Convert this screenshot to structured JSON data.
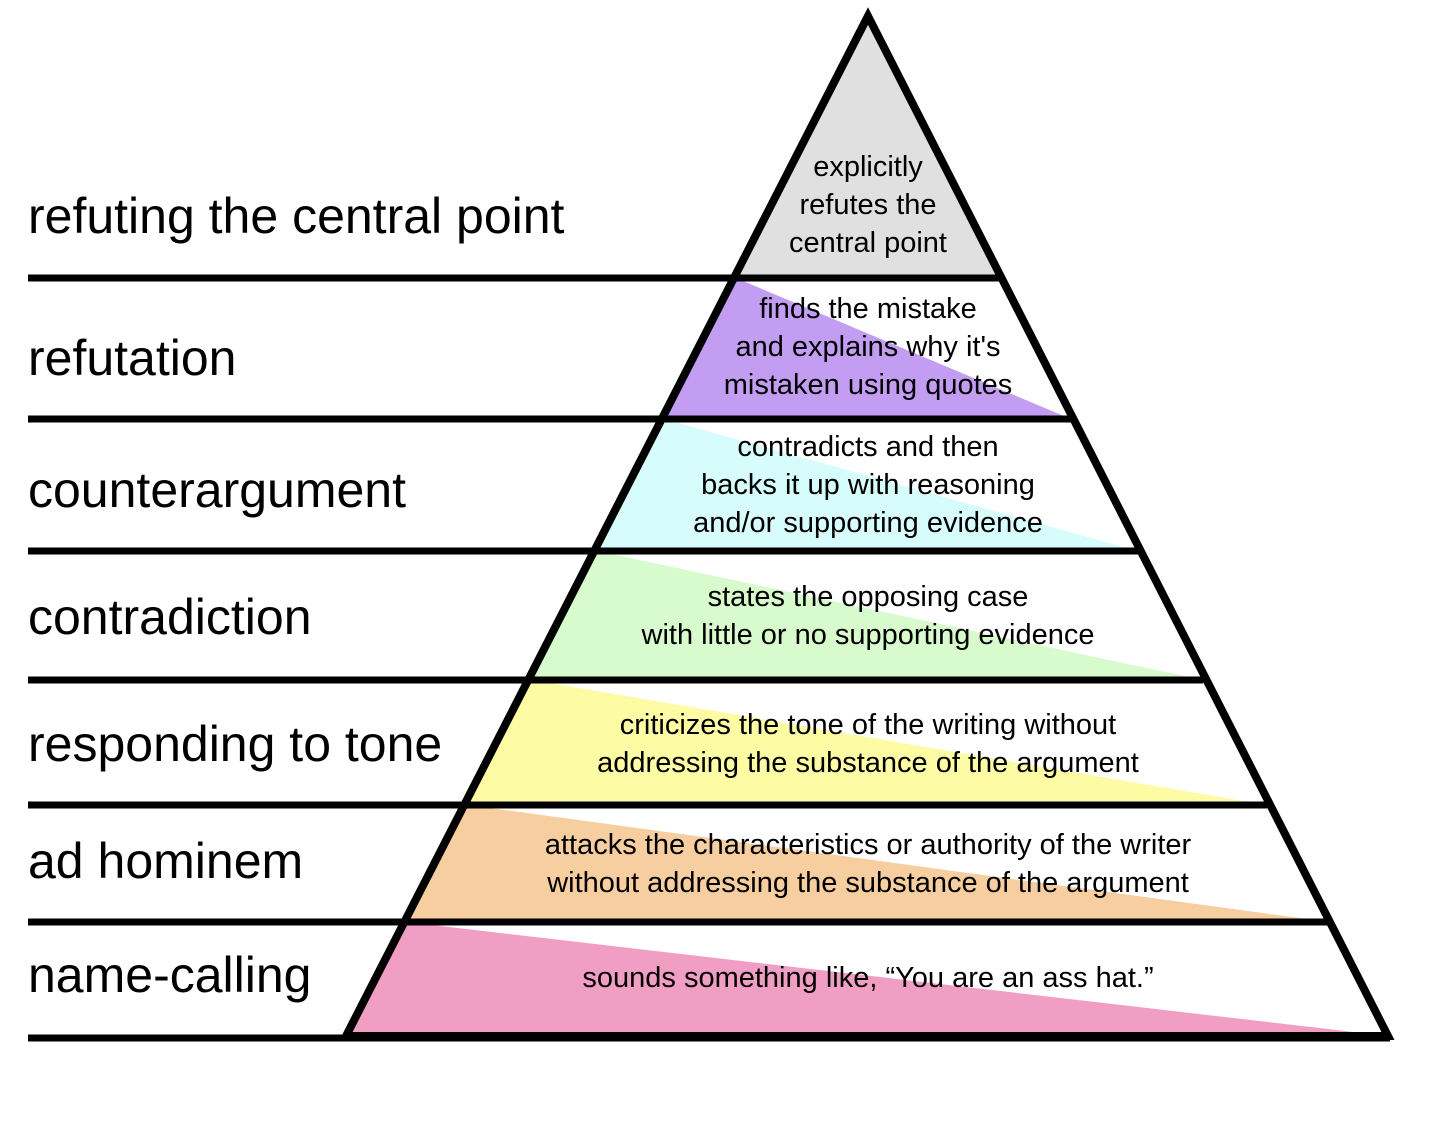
{
  "levels": [
    {
      "name": "refuting the central point",
      "description": [
        "explicitly",
        "refutes the",
        "central point"
      ],
      "color": "#e0e0e0"
    },
    {
      "name": "refutation",
      "description": [
        "finds the mistake",
        "and explains why it's",
        "mistaken using quotes"
      ],
      "color": "#c39df2"
    },
    {
      "name": "counterargument",
      "description": [
        "contradicts and then",
        "backs it up with reasoning",
        "and/or supporting evidence"
      ],
      "color": "#d7fcfc"
    },
    {
      "name": "contradiction",
      "description": [
        "states the opposing case",
        "with little or no supporting evidence"
      ],
      "color": "#d7fbcc"
    },
    {
      "name": "responding to tone",
      "description": [
        "criticizes the tone of the writing without",
        "addressing the substance of the argument"
      ],
      "color": "#fdfba3"
    },
    {
      "name": "ad hominem",
      "description": [
        "attacks the characteristics or authority of the writer",
        "without addressing the substance of the argument"
      ],
      "color": "#f6cea0"
    },
    {
      "name": "name-calling",
      "description": [
        "sounds something like, “You are an ass hat.”"
      ],
      "color": "#f19ec5"
    }
  ],
  "outline_color": "#000000"
}
